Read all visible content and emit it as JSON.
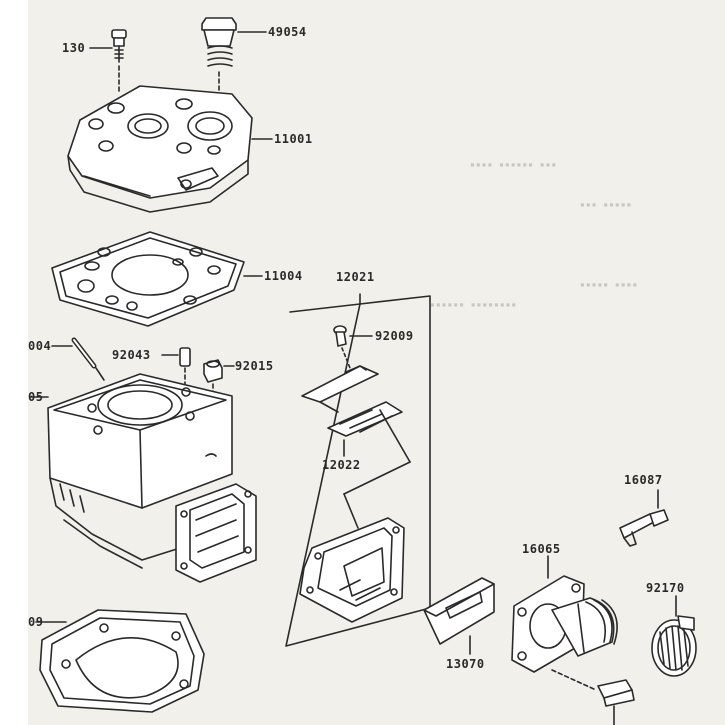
{
  "diagram": {
    "labels": [
      {
        "id": "130",
        "text": "130"
      },
      {
        "id": "49054",
        "text": "49054"
      },
      {
        "id": "11001",
        "text": "11001"
      },
      {
        "id": "11004",
        "text": "11004"
      },
      {
        "id": "12021",
        "text": "12021"
      },
      {
        "id": "92009",
        "text": "92009"
      },
      {
        "id": "004",
        "text": "004"
      },
      {
        "id": "92043",
        "text": "92043"
      },
      {
        "id": "92015",
        "text": "92015"
      },
      {
        "id": "05",
        "text": "05"
      },
      {
        "id": "12022",
        "text": "12022"
      },
      {
        "id": "16087",
        "text": "16087"
      },
      {
        "id": "16065",
        "text": "16065"
      },
      {
        "id": "92170",
        "text": "92170"
      },
      {
        "id": "09",
        "text": "09"
      },
      {
        "id": "13070",
        "text": "13070"
      }
    ]
  },
  "colors": {
    "ink": "#2a2a2a",
    "paper": "#f1f0ea",
    "margin": "#ffffff"
  }
}
